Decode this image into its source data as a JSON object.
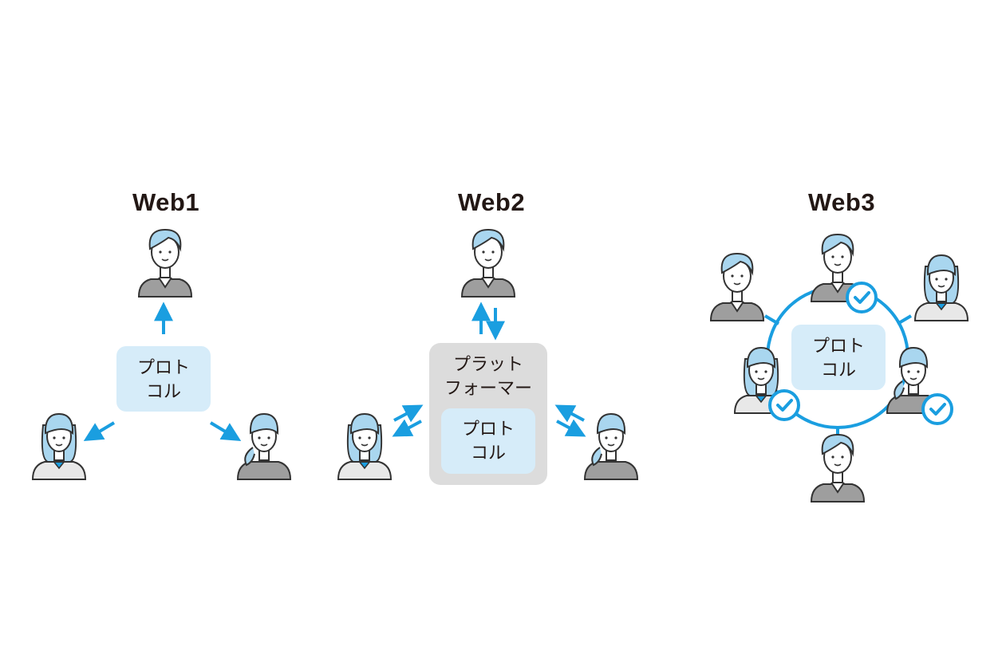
{
  "panels": [
    {
      "title": "Web1",
      "box_label_line1": "プロト",
      "box_label_line2": "コル"
    },
    {
      "title": "Web2",
      "platform_line1": "プラット",
      "platform_line2": "フォーマー",
      "box_label_line1": "プロト",
      "box_label_line2": "コル"
    },
    {
      "title": "Web3",
      "box_label_line1": "プロト",
      "box_label_line2": "コル"
    }
  ],
  "colors": {
    "accent": "#1a9ee0",
    "protocol_box": "#d6ecf9",
    "platform_box": "#dcdcdc",
    "hair": "#a9d6ef",
    "clothing": "#9e9e9e",
    "outline": "#333333",
    "text": "#231815"
  },
  "icons": [
    "person-icon",
    "arrow-icon",
    "check-badge-icon"
  ]
}
